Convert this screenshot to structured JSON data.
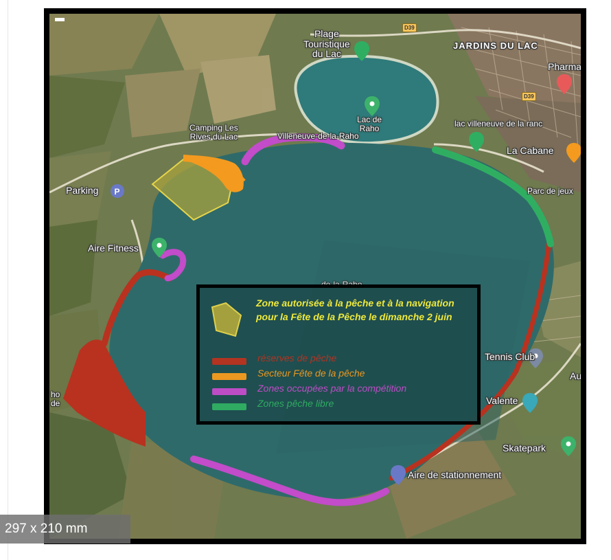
{
  "map": {
    "labels": {
      "plage": "Plage\nTouristique\ndu Lac",
      "jardins": "JARDINS DU LAC",
      "pharma": "Pharma",
      "lac": "Lac de\nRaho",
      "camping": "Camping Les\nRives du Lac",
      "villeneuve_top": "Villeneuve-de-la-Raho",
      "lac_villeneuve": "lac villeneuve de la ranc",
      "cabane": "La Cabane",
      "parc": "Parc de jeux",
      "parking": "Parking",
      "fitness": "Aire Fitness",
      "raho_mid": "de-la-Raho",
      "tennis": "Tennis Club",
      "au": "Au",
      "valente": "Valente",
      "skatepark": "Skatepark",
      "ho": "ho\nde",
      "stationnement": "Aire de stationnement",
      "road_d39_top": "D39",
      "road_d39_right": "D39"
    },
    "icons": [
      "beach-pin-icon",
      "lake-pin-icon",
      "pharmacy-pin-icon",
      "hiking-pin-icon",
      "restaurant-pin-icon",
      "parking-pin-icon",
      "fitness-pin-icon",
      "tennis-pin-icon",
      "castle-pin-icon",
      "skatepark-pin-icon",
      "parking-area-pin-icon"
    ]
  },
  "legend": {
    "zone_text": "Zone autorisée à la pêche et à la navigation pour la Fête de la Pêche le dimanche 2 juin",
    "items": [
      {
        "label": "réserves de pêche",
        "color": "#b8321f"
      },
      {
        "label": "Secteur Fête de la pêche",
        "color": "#f39a1f"
      },
      {
        "label": "Zones occupées par la compétition",
        "color": "#c24cc9"
      },
      {
        "label": "Zones pêche libre",
        "color": "#2fae62"
      }
    ],
    "zone_fill": "#a9a33d"
  },
  "dimension_label": "297 x 210 mm"
}
